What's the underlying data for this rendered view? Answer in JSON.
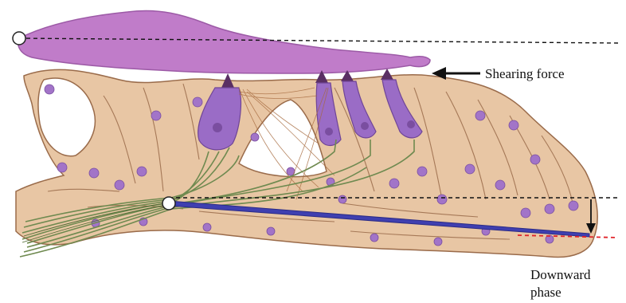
{
  "labels": {
    "shearing_force": "Shearing force",
    "downward_line1": "Downward",
    "downward_line2": "phase"
  },
  "colors": {
    "tectorial_membrane": "#c07cc9",
    "tectorial_edge": "#9c5aa6",
    "tissue": "#e8c6a4",
    "tissue_edge": "#9a6b4a",
    "nucleus": "#a274c8",
    "hair_cell": "#9a6cc6",
    "nerve_fiber": "#7c9a5c",
    "basilar_membrane": "#3f3fb0",
    "reference_line": "#111111",
    "displaced_line": "#e0242a"
  }
}
